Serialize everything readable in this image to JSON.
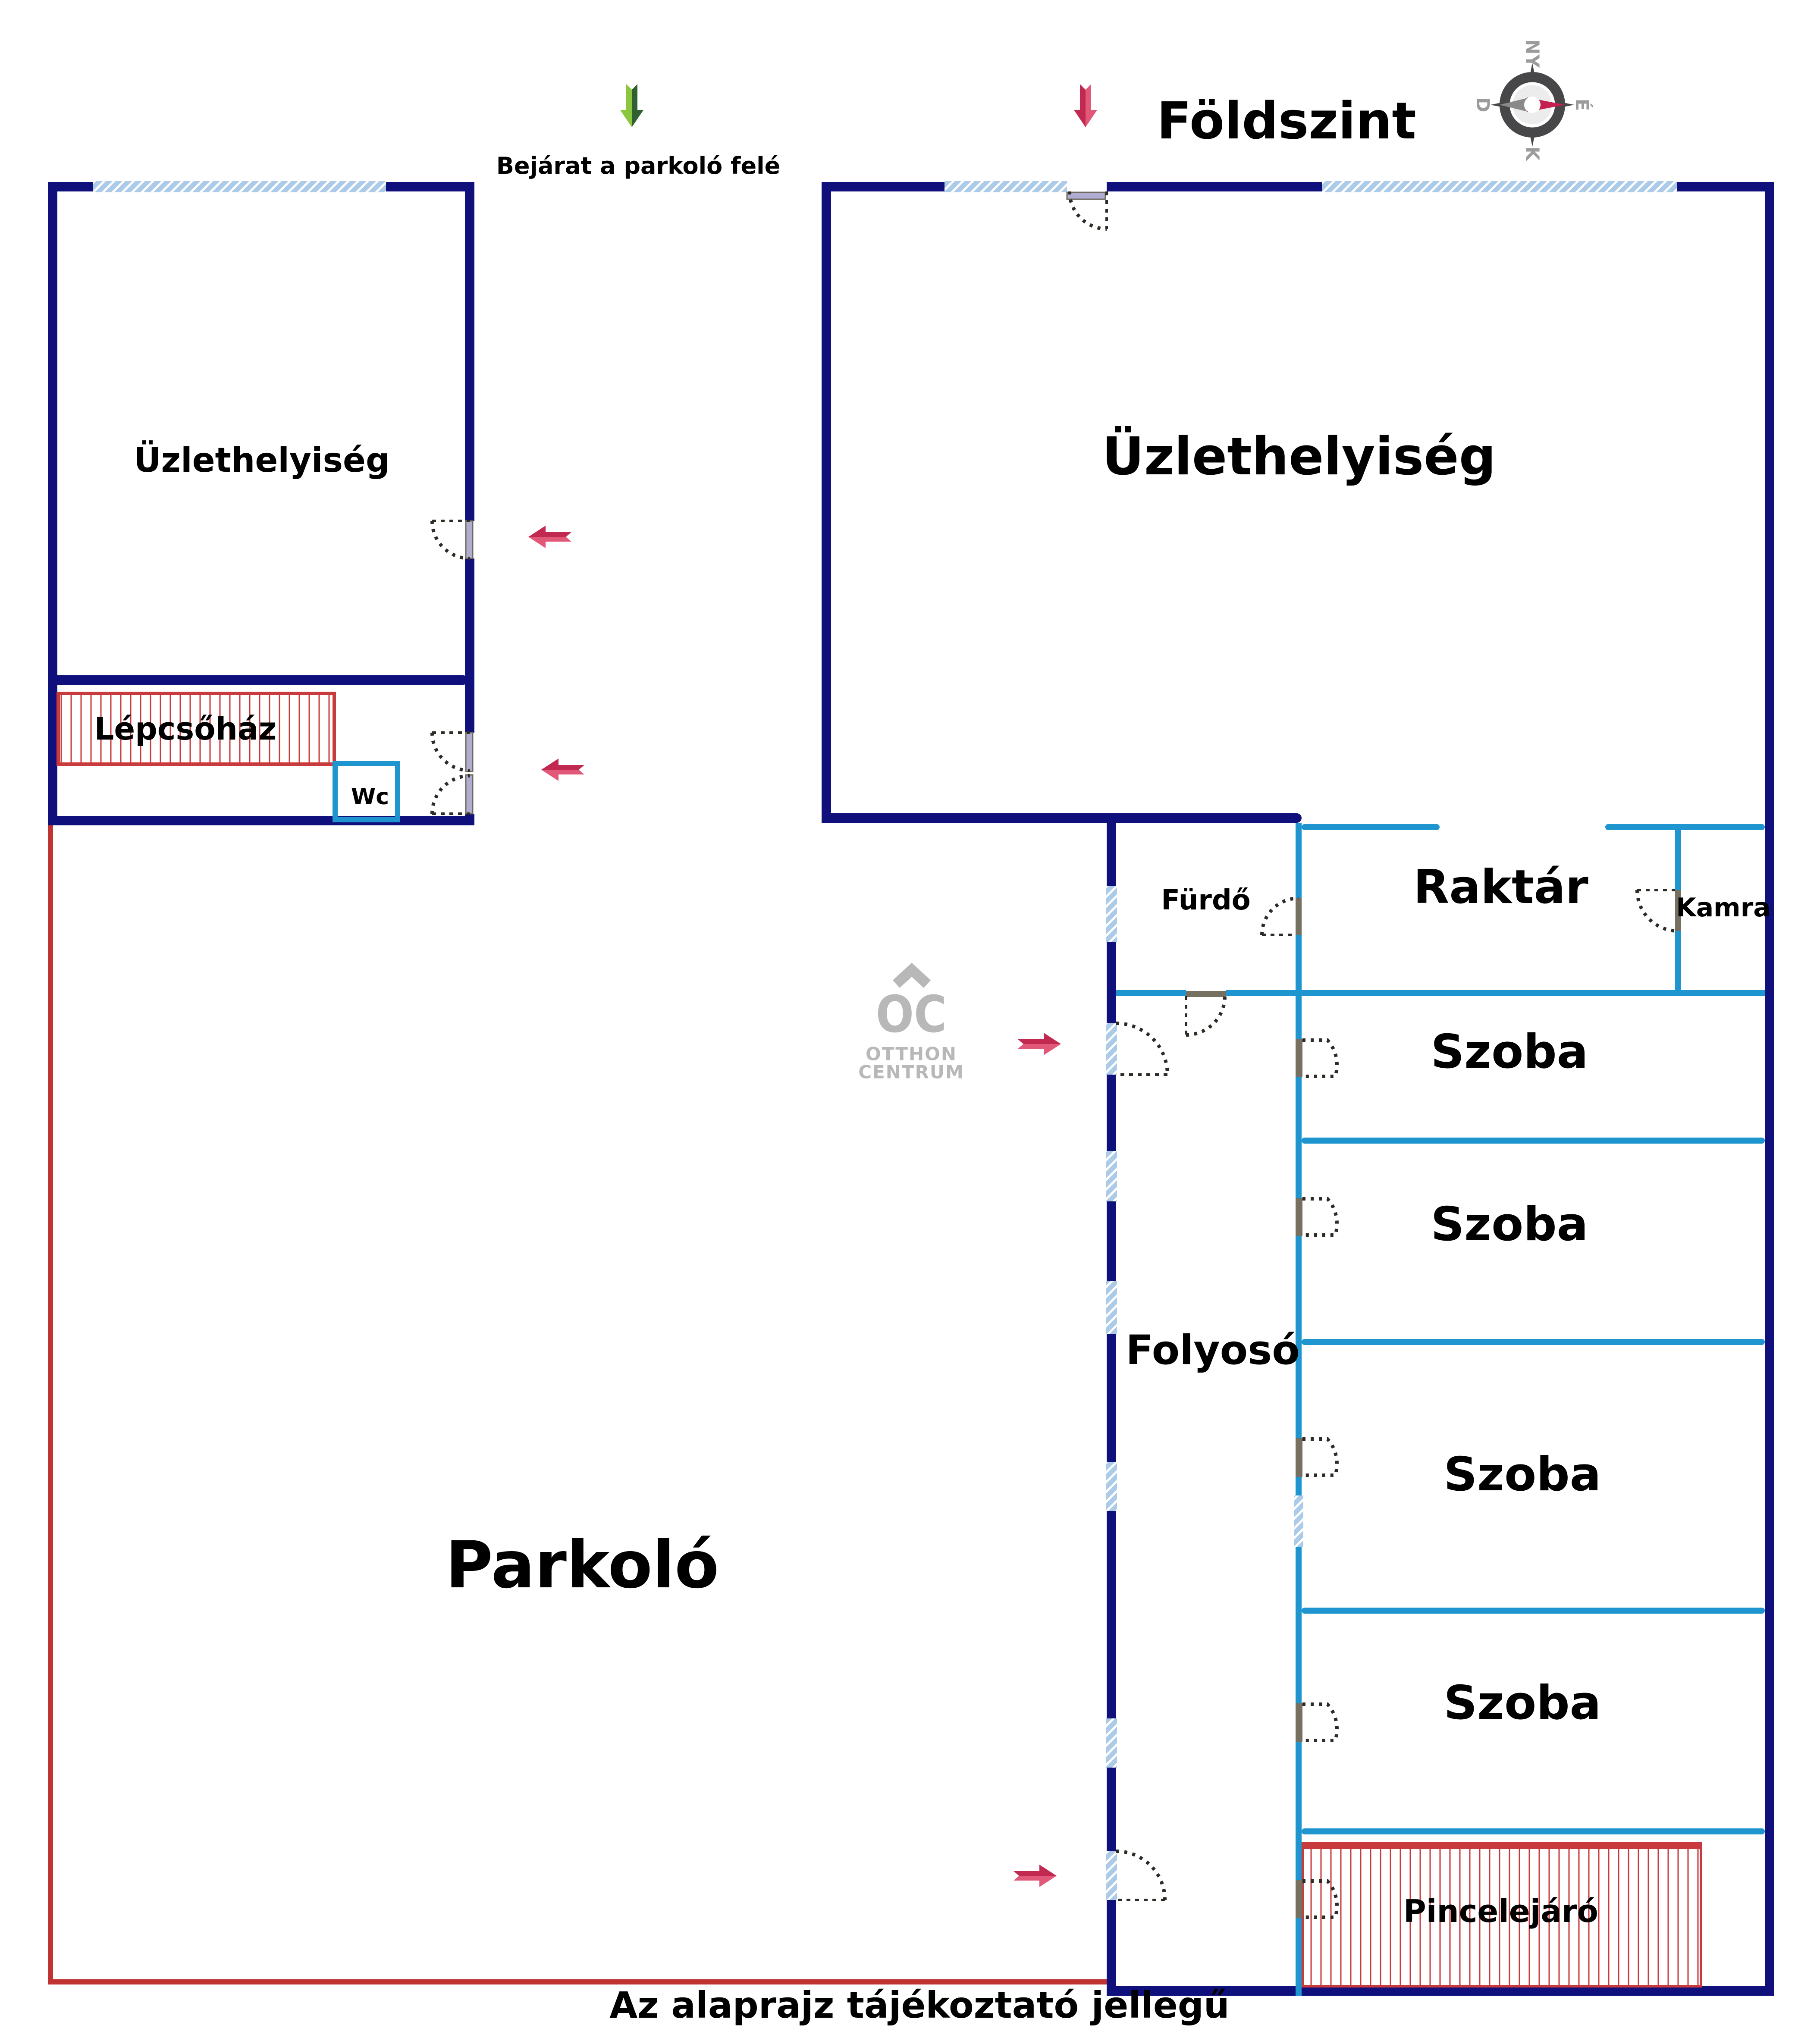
{
  "title": "Földszint",
  "entrance_label": "Bejárat a parkoló felé",
  "disclaimer": "Az alaprajz tájékoztató jellegű",
  "compass": {
    "top": "NY",
    "right": "É",
    "bottom": "K",
    "left": "D"
  },
  "watermark": {
    "initials": "OC",
    "line1": "OTTHON",
    "line2": "CENTRUM"
  },
  "rooms": {
    "left_building": {
      "shop": "Üzlethelyiség",
      "staircase": "Lépcsőház",
      "wc": "Wc"
    },
    "right_building": {
      "shop": "Üzlethelyiség",
      "bathroom": "Fürdő",
      "storage": "Raktár",
      "pantry": "Kamra",
      "room1": "Szoba",
      "room2": "Szoba",
      "room3": "Szoba",
      "room4": "Szoba",
      "corridor": "Folyosó",
      "basement_stairs": "Pincelejáró"
    },
    "outdoor": {
      "parking": "Parkoló"
    }
  },
  "colors": {
    "wall_navy": "#10107c",
    "wall_blue": "#1f95cf",
    "window_hatch": "#abcbe9",
    "stairs_red": "#c93a3c",
    "parking_red": "#bf3333",
    "arrow_pink_dark": "#c22950",
    "arrow_pink_light": "#e25878",
    "arrow_green_light": "#8cc63f",
    "arrow_green_dark": "#30602f",
    "compass_needle": "#c51f50",
    "watermark_gray": "#b8b8b8"
  }
}
